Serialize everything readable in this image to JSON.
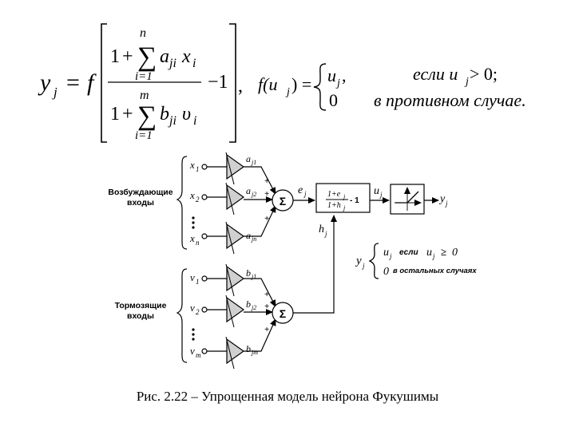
{
  "formula": {
    "lhs": "y",
    "lhs_sub": "j",
    "eq": "=",
    "f": "f",
    "one": "1",
    "plus": "+",
    "sum": "∑",
    "sum_upper_num": "n",
    "sum_upper_den": "m",
    "sum_lower": "i=1",
    "num_term": "a",
    "num_term_sub": "ji",
    "num_var": "x",
    "num_var_sub": "i",
    "den_term": "b",
    "den_term_sub": "ji",
    "den_var": "υ",
    "den_var_sub": "i",
    "minus_one": "−1",
    "comma": ",",
    "fu": "f(u",
    "fu_sub": "j",
    "fu_close": ") =",
    "case1_val": "u",
    "case1_sub": "j",
    "case1_comma": ",",
    "case1_cond": "если u",
    "case1_cond_sub": "j",
    "case1_cond_tail": " > 0;",
    "case2_val": "0",
    "case2_cond": "в  противном  случае."
  },
  "diagram": {
    "excitatory_label_1": "Возбуждающие",
    "excitatory_label_2": "входы",
    "inhibitory_label_1": "Тормозящие",
    "inhibitory_label_2": "входы",
    "x1": "x",
    "x1_sub": "1",
    "x2": "x",
    "x2_sub": "2",
    "xn": "x",
    "xn_sub": "n",
    "v1": "v",
    "v1_sub": "1",
    "v2": "v",
    "v2_sub": "2",
    "vm": "v",
    "vm_sub": "m",
    "a1": "a",
    "a1_sub": "j1",
    "a2": "a",
    "a2_sub": "j2",
    "an": "a",
    "an_sub": "jn",
    "b1": "b",
    "b1_sub": "j1",
    "b2": "b",
    "b2_sub": "j2",
    "bm": "b",
    "bm_sub": "jm",
    "sigma": "Σ",
    "ej": "e",
    "ej_sub": "j",
    "hj": "h",
    "hj_sub": "j",
    "uj": "u",
    "uj_sub": "j",
    "yj": "y",
    "yj_sub": "j",
    "block_num": "1+e",
    "block_num_sub": "j",
    "block_den": "1+h",
    "block_den_sub": "j",
    "block_minus": "-  1",
    "plus": "+",
    "rule_y": "y",
    "rule_y_sub": "j",
    "rule_u": "u",
    "rule_u_sub": "j",
    "rule_if": "если",
    "rule_u2": "u",
    "rule_u2_sub": "j",
    "rule_ge": "≥",
    "rule_zero": "0",
    "rule_else_zero": "0",
    "rule_else": "в остальных случаях"
  },
  "caption": "Рис. 2.22 – Упрощенная модель нейрона Фукушимы"
}
